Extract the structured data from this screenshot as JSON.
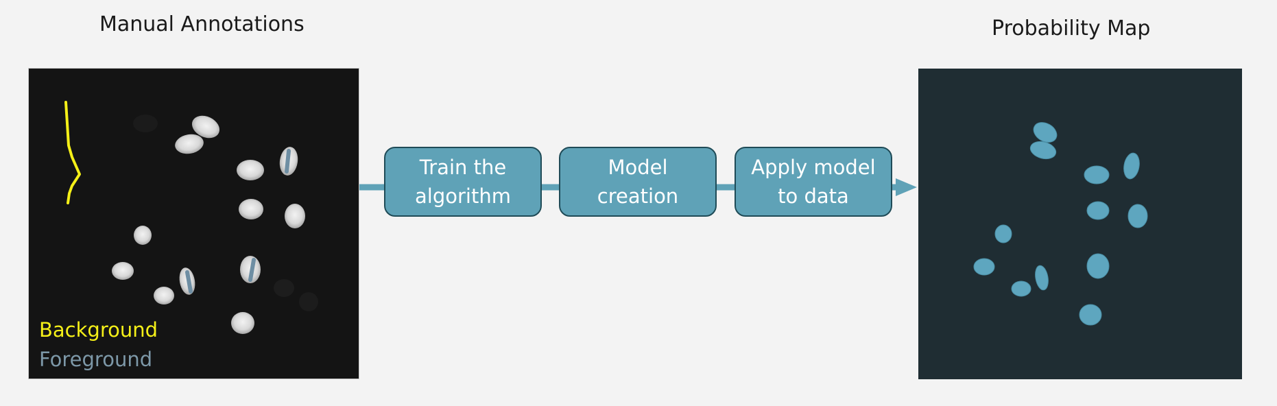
{
  "left_panel": {
    "title": "Manual Annotations",
    "legend": [
      {
        "label": "Background",
        "color": "#f5f018"
      },
      {
        "label": "Foreground",
        "color": "#7d98a8"
      }
    ]
  },
  "steps": [
    {
      "line1": "Train the",
      "line2": "algorithm"
    },
    {
      "line1": "Model",
      "line2": "creation"
    },
    {
      "line1": "Apply model",
      "line2": "to data"
    }
  ],
  "right_panel": {
    "title": "Probability Map"
  },
  "colors": {
    "page_background": "#f3f3f3",
    "step_fill": "#5fa2b7",
    "step_border": "#1f4b57",
    "connector": "#5fa2b7",
    "nucleus_prediction": "#5ea6bf",
    "prediction_background": "#1f2d33"
  }
}
